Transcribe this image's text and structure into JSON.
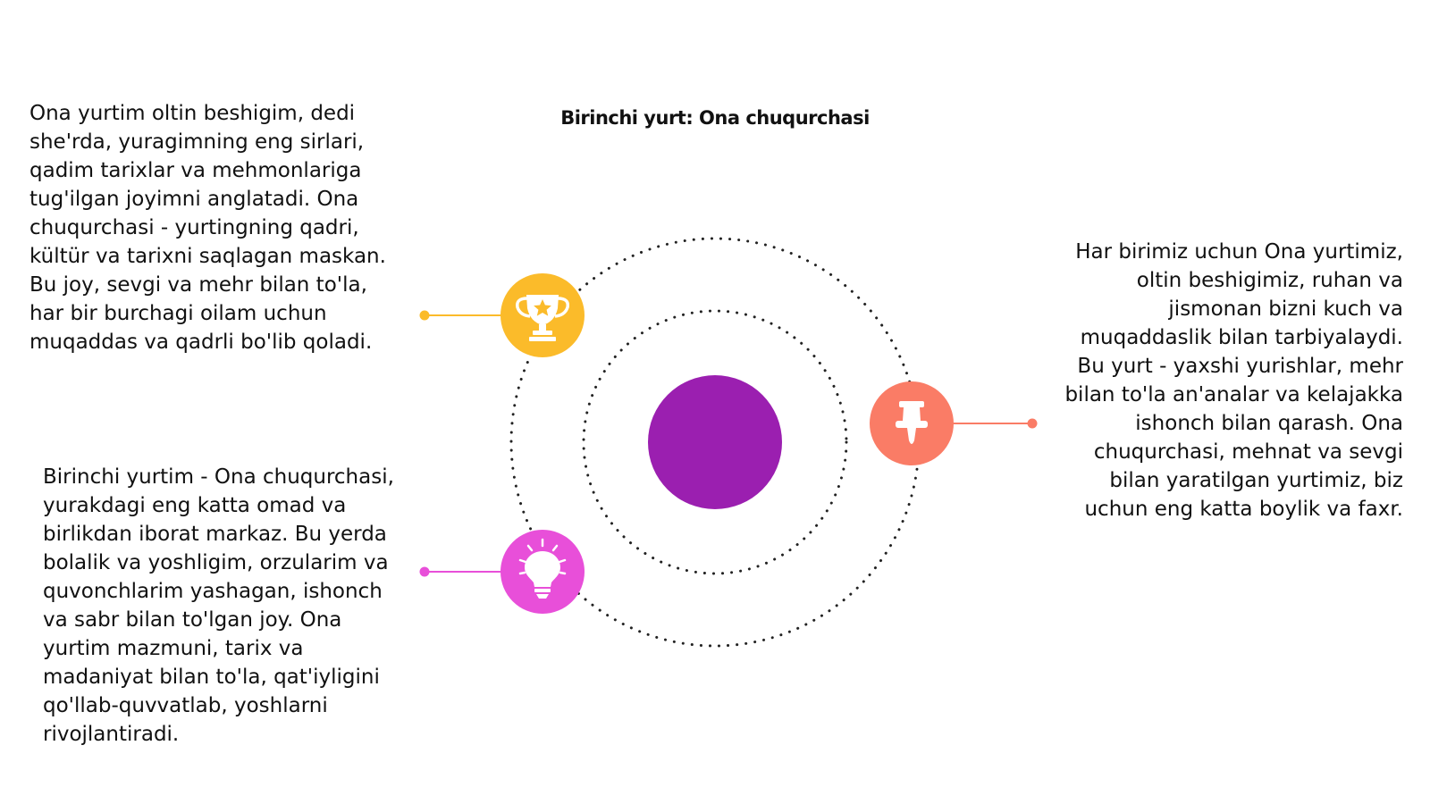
{
  "title": "Birinchi yurt: Ona chuqurchasi",
  "blocks": {
    "top_left": "Ona yurtim oltin beshigim, dedi she'rda, yuragimning eng sirlari, qadim tarixlar va mehmonlariga tug'ilgan joyimni anglatadi. Ona chuqurchasi - yurtingning qadri, kültür va tarixni saqlagan maskan. Bu joy, sevgi va mehr bilan to'la, har bir burchagi oilam uchun muqaddas va qadrli bo'lib qoladi.",
    "bottom_left": "Birinchi yurtim - Ona chuqurchasi, yurakdagi eng katta omad va birlikdan iborat markaz. Bu yerda bolalik va yoshligim, orzularim va quvonchlarim yashagan, ishonch va sabr bilan to'lgan joy. Ona yurtim mazmuni, tarix va madaniyat bilan to'la, qat'iyligini qo'llab-quvvatlab, yoshlarni rivojlantiradi.",
    "right": "Har birimiz uchun Ona yurtimiz, oltin beshigimiz, ruhan va jismonan bizni kuch va muqaddaslik bilan tarbiyalaydi. Bu yurt - yaxshi yurishlar, mehr bilan to'la an'analar va kelajakka ishonch bilan qarash. Ona chuqurchasi, mehnat va sevgi bilan yaratilgan yurtimiz, biz uchun eng katta boylik va faxr."
  },
  "icons": {
    "trophy": "trophy-icon",
    "lightbulb": "lightbulb-icon",
    "pushpin": "pushpin-icon"
  },
  "colors": {
    "center": "#9b1fb0",
    "trophy": "#fbbb2a",
    "lightbulb": "#e84fd9",
    "pushpin": "#fa7c66",
    "orbit": "#222222"
  }
}
